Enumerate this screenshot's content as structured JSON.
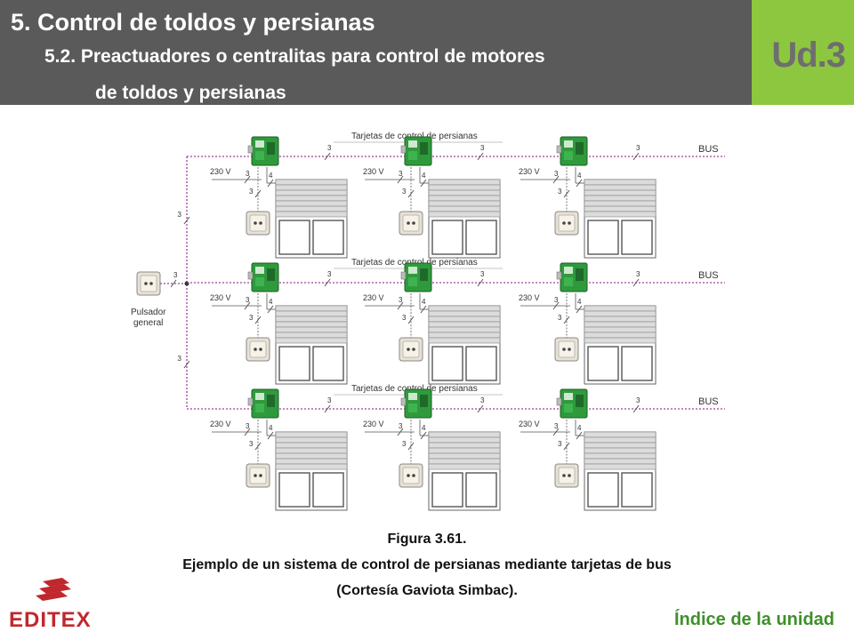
{
  "header": {
    "title": "5. Control de toldos y persianas",
    "subtitle_line1": "5.2. Preactuadores o centralitas para control de motores",
    "subtitle_line2": "de toldos y persianas",
    "unit": "Ud.3"
  },
  "diagram": {
    "row_title": "Tarjetas de control de persianas",
    "bus_label": "BUS",
    "voltage_label": "230 V",
    "wire_3": "3",
    "wire_4": "4",
    "general_button_line1": "Pulsador",
    "general_button_line2": "general",
    "rows": 3,
    "columns": 3
  },
  "caption": {
    "figure": "Figura 3.61.",
    "line1": "Ejemplo de un sistema de control de persianas mediante tarjetas de bus",
    "line2": "(Cortesía Gaviota Simbac)."
  },
  "footer": {
    "logo_text": "EDITEX",
    "index_link": "Índice de la unidad"
  },
  "colors": {
    "header_bg": "#5a5a5a",
    "unit_bg": "#8dc63f",
    "bus_line": "#a0409a",
    "card_green": "#2f9a3c",
    "link_green": "#3f8f2a",
    "logo_red": "#c0282d"
  }
}
